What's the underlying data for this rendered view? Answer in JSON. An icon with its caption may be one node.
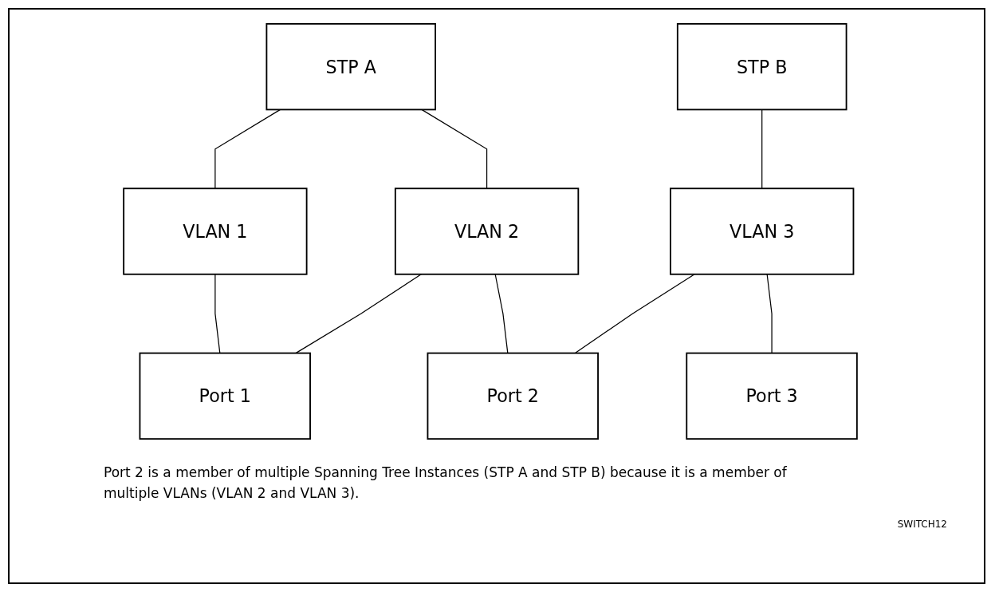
{
  "diagram": {
    "caption": "Port 2 is a member of multiple Spanning Tree Instances (STP A and STP B) because it is a member of multiple VLANs (VLAN 2 and VLAN 3).",
    "nodes": [
      {
        "text": [
          "STP A"
        ]
      },
      {
        "text": [
          "STP B"
        ]
      },
      {
        "text": [
          "VLAN 1"
        ]
      },
      {
        "text": [
          "VLAN 2"
        ]
      },
      {
        "text": [
          "VLAN 3"
        ]
      },
      {
        "text": [
          "Port 1"
        ]
      },
      {
        "text": [
          "Port 2"
        ]
      },
      {
        "text": [
          "Port 3"
        ]
      }
    ],
    "edges": [
      {
        "from": 0,
        "to": 2,
        "arrow": "none"
      },
      {
        "from": 0,
        "to": 3,
        "arrow": "none"
      },
      {
        "from": 1,
        "to": 4,
        "arrow": "none"
      },
      {
        "from": 2,
        "to": 5,
        "arrow": "none"
      },
      {
        "from": 3,
        "to": 5,
        "arrow": "none"
      },
      {
        "from": 3,
        "to": 6,
        "arrow": "none"
      },
      {
        "from": 4,
        "to": 6,
        "arrow": "none"
      },
      {
        "from": 4,
        "to": 7,
        "arrow": "none"
      }
    ],
    "labels": [
      "SWITCH12"
    ]
  }
}
